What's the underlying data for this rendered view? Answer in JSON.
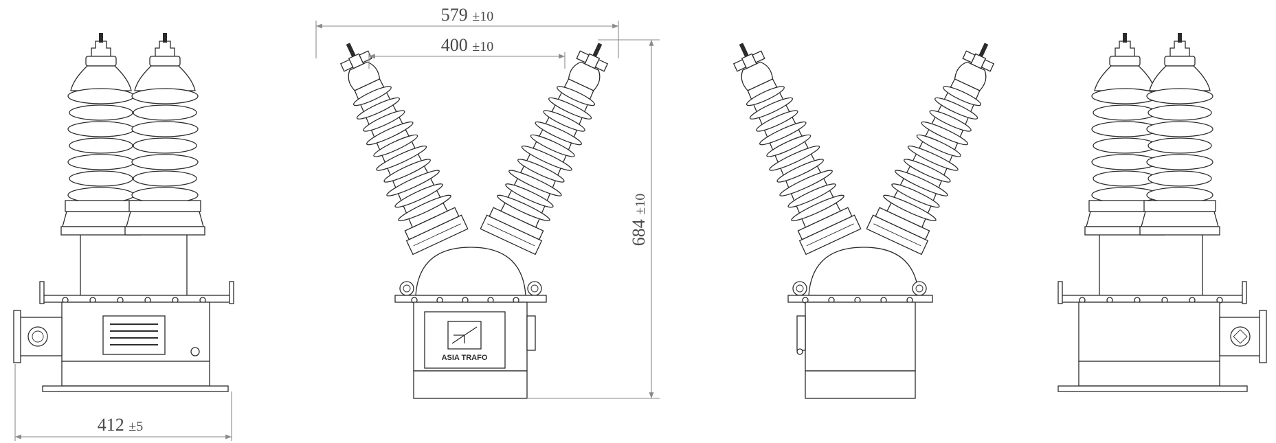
{
  "dimensions": {
    "overall_width": "579",
    "overall_width_tol": "±10",
    "bushing_spacing": "400",
    "bushing_spacing_tol": "±10",
    "height": "684",
    "height_tol": "±10",
    "base_width": "412",
    "base_width_tol": "±5"
  },
  "logo": {
    "text": "ASIA TRAFO"
  },
  "colors": {
    "line": "#2b2b2b",
    "dimension": "#8a8a8a",
    "background": "#ffffff"
  }
}
